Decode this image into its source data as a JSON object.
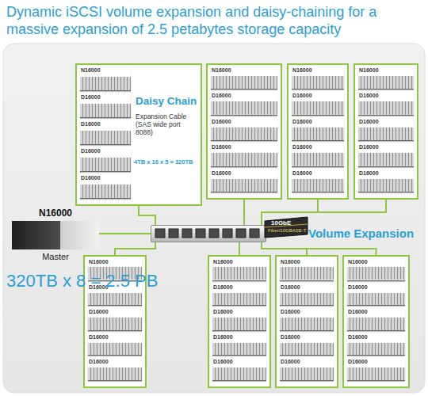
{
  "diagram": {
    "title": "Dynamic iSCSI volume expansion and daisy-chaining for a massive expansion of 2.5 petabytes storage capacity",
    "nodes": [
      {
        "text": [
          "Daisy Chain",
          "Expansion Cable (SAS wide port 8088)",
          "4TB x 16 x 5 = 320TB"
        ]
      },
      {
        "text": [
          "N16000"
        ],
        "in": 0
      },
      {
        "text": [
          "D16000"
        ],
        "in": 0
      },
      {
        "text": [
          "D16000"
        ],
        "in": 0
      },
      {
        "text": [
          "D16000"
        ],
        "in": 0
      },
      {
        "text": [
          "D16000"
        ],
        "in": 0
      },
      {
        "text": []
      },
      {
        "text": [
          "N16000"
        ],
        "in": 6
      },
      {
        "text": [
          "D16000"
        ],
        "in": 6
      },
      {
        "text": [
          "D16000"
        ],
        "in": 6
      },
      {
        "text": [
          "D16000"
        ],
        "in": 6
      },
      {
        "text": [
          "D16000"
        ],
        "in": 6
      },
      {
        "text": []
      },
      {
        "text": [
          "N16000"
        ],
        "in": 12
      },
      {
        "text": [
          "D16000"
        ],
        "in": 12
      },
      {
        "text": [
          "D16000"
        ],
        "in": 12
      },
      {
        "text": [
          "D16000"
        ],
        "in": 12
      },
      {
        "text": [
          "D16000"
        ],
        "in": 12
      },
      {
        "text": []
      },
      {
        "text": [
          "N16000"
        ],
        "in": 18
      },
      {
        "text": [
          "D16000"
        ],
        "in": 18
      },
      {
        "text": [
          "D16000"
        ],
        "in": 18
      },
      {
        "text": [
          "D16000"
        ],
        "in": 18
      },
      {
        "text": [
          "D16000"
        ],
        "in": 18
      },
      {
        "text": [
          "N16000",
          "Master"
        ]
      },
      {
        "text": [
          "Volume Expansion"
        ]
      },
      {
        "text": []
      },
      {
        "text": [
          "N16000"
        ],
        "in": 26
      },
      {
        "text": [
          "D16000"
        ],
        "in": 26
      },
      {
        "text": [
          "D16000"
        ],
        "in": 26
      },
      {
        "text": [
          "D16000"
        ],
        "in": 26
      },
      {
        "text": [
          "D16000"
        ],
        "in": 26
      },
      {
        "text": []
      },
      {
        "text": [
          "N16000"
        ],
        "in": 32
      },
      {
        "text": [
          "D16000"
        ],
        "in": 32
      },
      {
        "text": [
          "D16000"
        ],
        "in": 32
      },
      {
        "text": [
          "D16000"
        ],
        "in": 32
      },
      {
        "text": [
          "D16000"
        ],
        "in": 32
      },
      {
        "text": []
      },
      {
        "text": [
          "N16000"
        ],
        "in": 38
      },
      {
        "text": [
          "D16000"
        ],
        "in": 38
      },
      {
        "text": [
          "D16000"
        ],
        "in": 38
      },
      {
        "text": [
          "D16000"
        ],
        "in": 38
      },
      {
        "text": [
          "D16000"
        ],
        "in": 38
      },
      {
        "text": []
      },
      {
        "text": [
          "N16000"
        ],
        "in": 44
      },
      {
        "text": [
          "D16000"
        ],
        "in": 44
      },
      {
        "text": [
          "D16000"
        ],
        "in": 44
      },
      {
        "text": [
          "D16000"
        ],
        "in": 44
      },
      {
        "text": [
          "D16000"
        ],
        "in": 44
      }
    ],
    "edges": [
      {
        "from": 25,
        "to": 0,
        "arrow": "none"
      },
      {
        "from": 25,
        "to": 6,
        "arrow": "none"
      },
      {
        "from": 25,
        "to": 12,
        "arrow": "none"
      },
      {
        "from": 25,
        "to": 18,
        "arrow": "none"
      },
      {
        "from": 24,
        "to": 25,
        "arrow": "none"
      },
      {
        "from": 25,
        "to": 26,
        "arrow": "none"
      },
      {
        "from": 25,
        "to": 32,
        "arrow": "none"
      },
      {
        "from": 25,
        "to": 38,
        "arrow": "none"
      },
      {
        "from": 25,
        "to": 44,
        "arrow": "none"
      }
    ],
    "labels": [
      "10GbE",
      "Fiber/10GBASE-T",
      "320TB x 8 = 2.5 PB"
    ]
  }
}
